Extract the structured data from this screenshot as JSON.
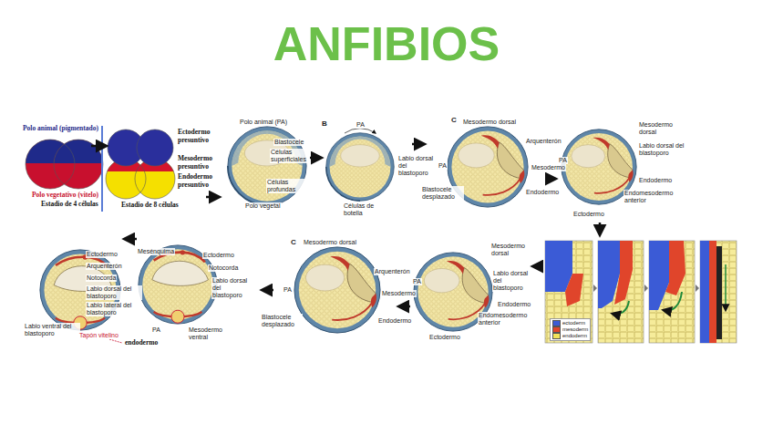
{
  "diagram": {
    "title": "ANFIBIOS",
    "labels": [
      "Polo animal (pigmentado)",
      "Polo vegetativo (vitelo)",
      "Estadio de 4 células",
      "Ectodermo presuntivo",
      "Mesodermo presuntivo",
      "Endodermo presuntivo",
      "Estadio de 8 células",
      "Polo animal (PA)",
      "Blastocele",
      "Células superficiales",
      "Células profundas",
      "Polo vegetal",
      "B",
      "PA",
      "Labio dorsal del blastoporo",
      "Células de botella",
      "C",
      "Mesodermo dorsal",
      "Arquenterón",
      "PA",
      "Mesodermo",
      "Blastocele desplazado",
      "Endodermo",
      "Mesodermo dorsal",
      "Labio dorsal del blastoporo",
      "PA",
      "Endodermo",
      "Endomesodermo anterior",
      "Ectodermo",
      "Mesodermo dorsal",
      "Labio dorsal del blastoporo",
      "PA",
      "Endodermo",
      "Endomesodermo anterior",
      "Ectodermo",
      "C",
      "Mesodermo dorsal",
      "Arquenterón",
      "PA",
      "Mesodermo",
      "Blastocele desplazado",
      "Endodermo",
      "Mesénquima",
      "Ectodermo",
      "Notocorda",
      "Labio dorsal del blastoporo",
      "PA",
      "Mesodermo ventral",
      "Ectodermo",
      "Arquenterón",
      "Notocorda",
      "Labio dorsal del blastoporo",
      "Labio lateral del blastoporo",
      "Labio ventral del blastoporo",
      "Tapón vitelino",
      "endodermo"
    ],
    "legend": [
      {
        "text": "ectoderm",
        "color": "#3b5bd6"
      },
      {
        "text": "mesoderm",
        "color": "#e0452b"
      },
      {
        "text": "endoderm",
        "color": "#f2e35a"
      }
    ]
  }
}
